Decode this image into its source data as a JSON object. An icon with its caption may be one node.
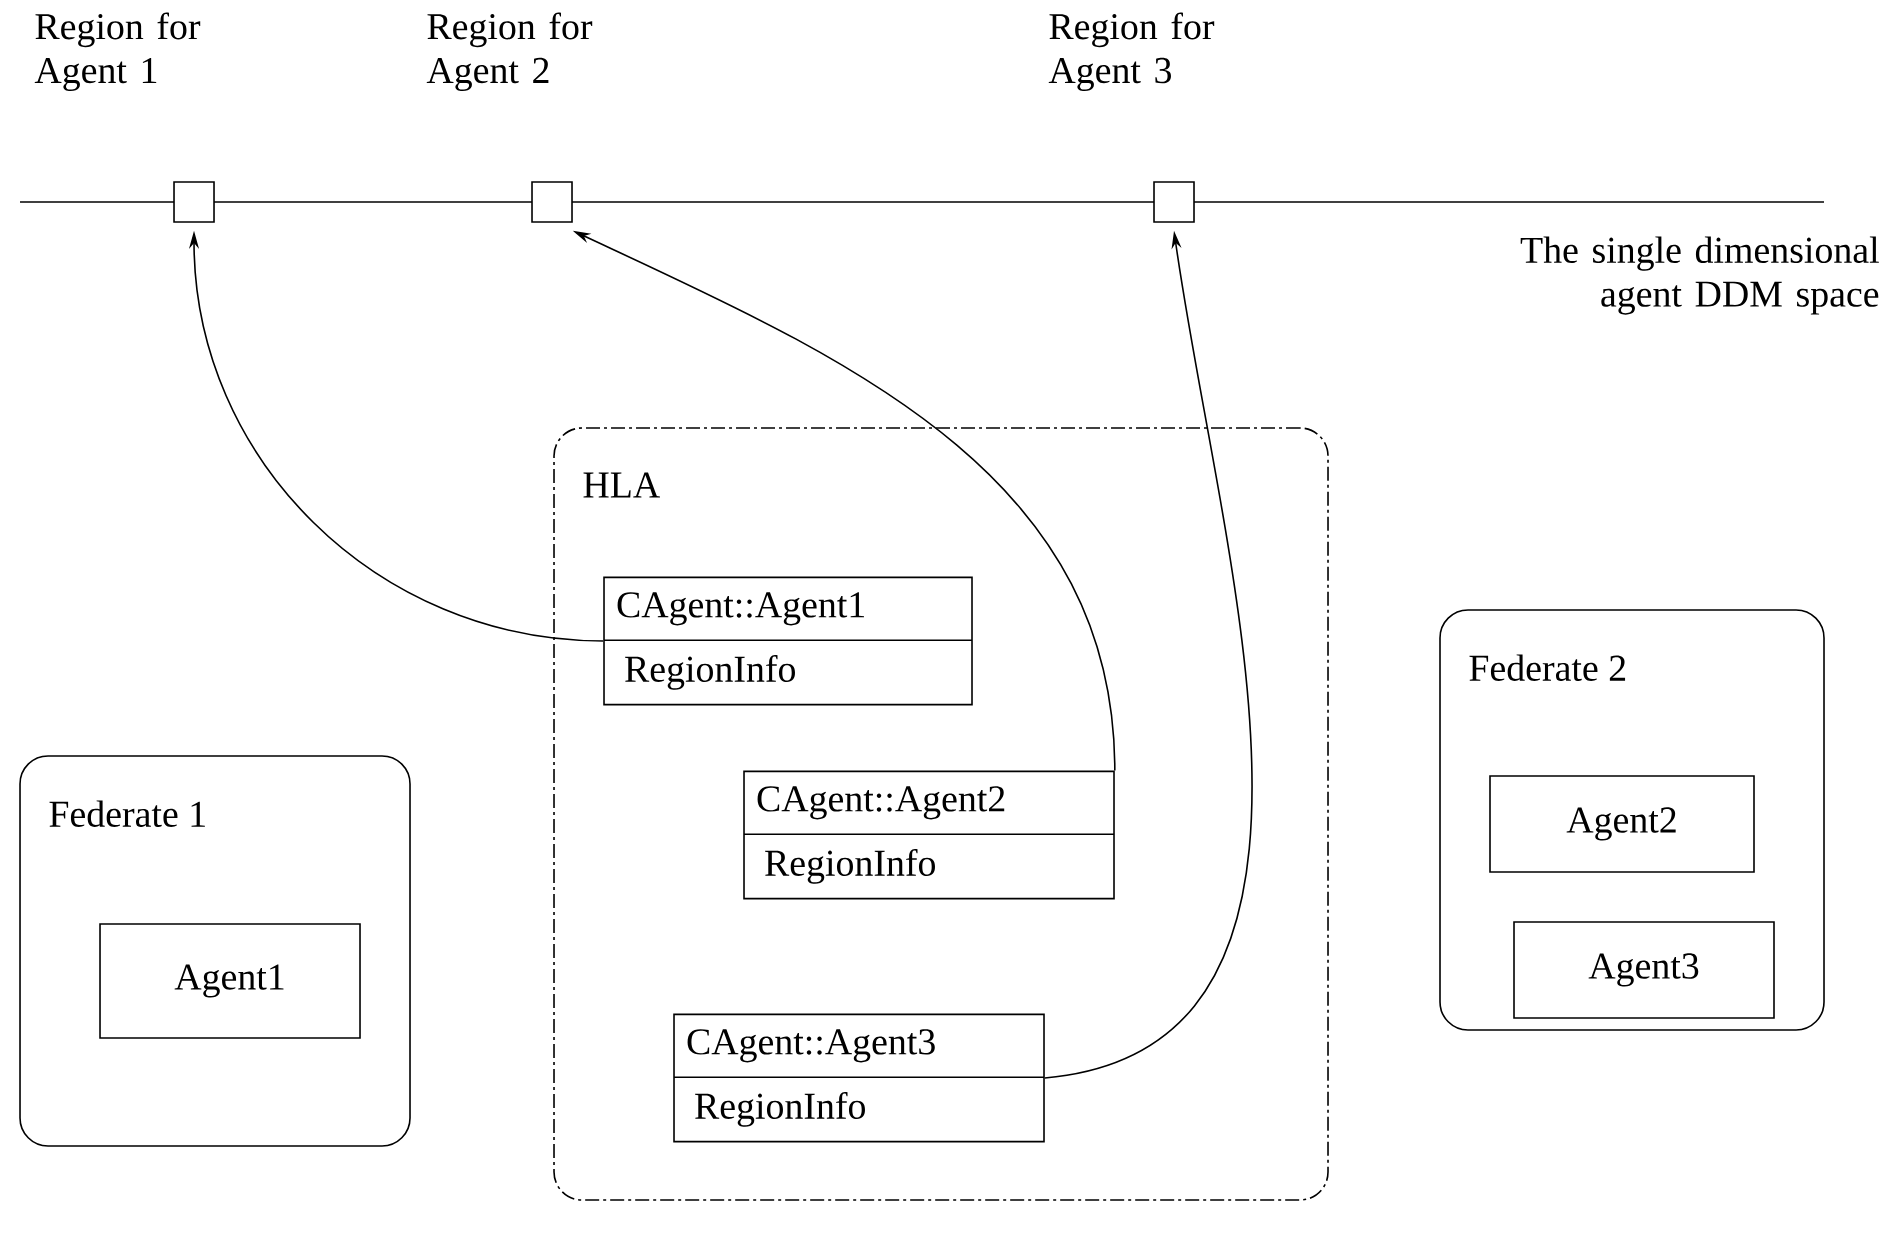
{
  "diagram": {
    "nodes": [
      {
        "text": [],
        "shape": "box",
        "beside": [
          "Region for Agent 1"
        ]
      },
      {
        "text": [],
        "shape": "box",
        "beside": [
          "Region for Agent 2"
        ]
      },
      {
        "text": [],
        "shape": "box",
        "beside": [
          "Region for Agent 3"
        ]
      },
      {
        "text": [
          "HLA"
        ]
      },
      {
        "text": [
          "CAgent::Agent1",
          "RegionInfo"
        ],
        "in": 3
      },
      {
        "text": [
          "CAgent::Agent2",
          "RegionInfo"
        ],
        "in": 3
      },
      {
        "text": [
          "CAgent::Agent3",
          "RegionInfo"
        ],
        "in": 3
      },
      {
        "text": [
          "Federate 1"
        ]
      },
      {
        "text": [
          "Agent1"
        ],
        "in": 7
      },
      {
        "text": [
          "Federate 2"
        ]
      },
      {
        "text": [
          "Agent2"
        ],
        "in": 9
      },
      {
        "text": [
          "Agent3"
        ],
        "in": 9
      }
    ],
    "edges": [
      {
        "from": 4,
        "to": 0,
        "arrow": "to"
      },
      {
        "from": 5,
        "to": 1,
        "arrow": "to"
      },
      {
        "from": 6,
        "to": 2,
        "arrow": "to"
      }
    ],
    "labels": [
      "The single dimensional agent DDM space"
    ]
  }
}
